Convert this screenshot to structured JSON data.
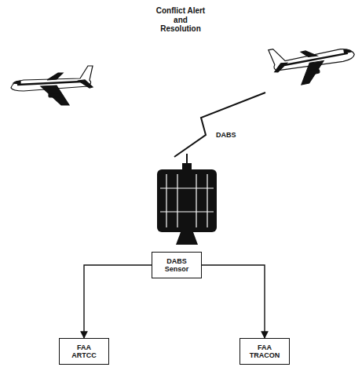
{
  "diagram": {
    "title": "Conflict Alert and Resolution",
    "nodes": [
      {
        "text": [
          "DABS Sensor"
        ]
      },
      {
        "text": [
          "FAA ARTCC"
        ]
      },
      {
        "text": [
          "FAA TRACON"
        ]
      }
    ],
    "edges": [
      {
        "from": 0,
        "to": 1,
        "arrow": "to"
      },
      {
        "from": 0,
        "to": 2,
        "arrow": "to"
      }
    ],
    "labels": [
      "DABS"
    ]
  }
}
